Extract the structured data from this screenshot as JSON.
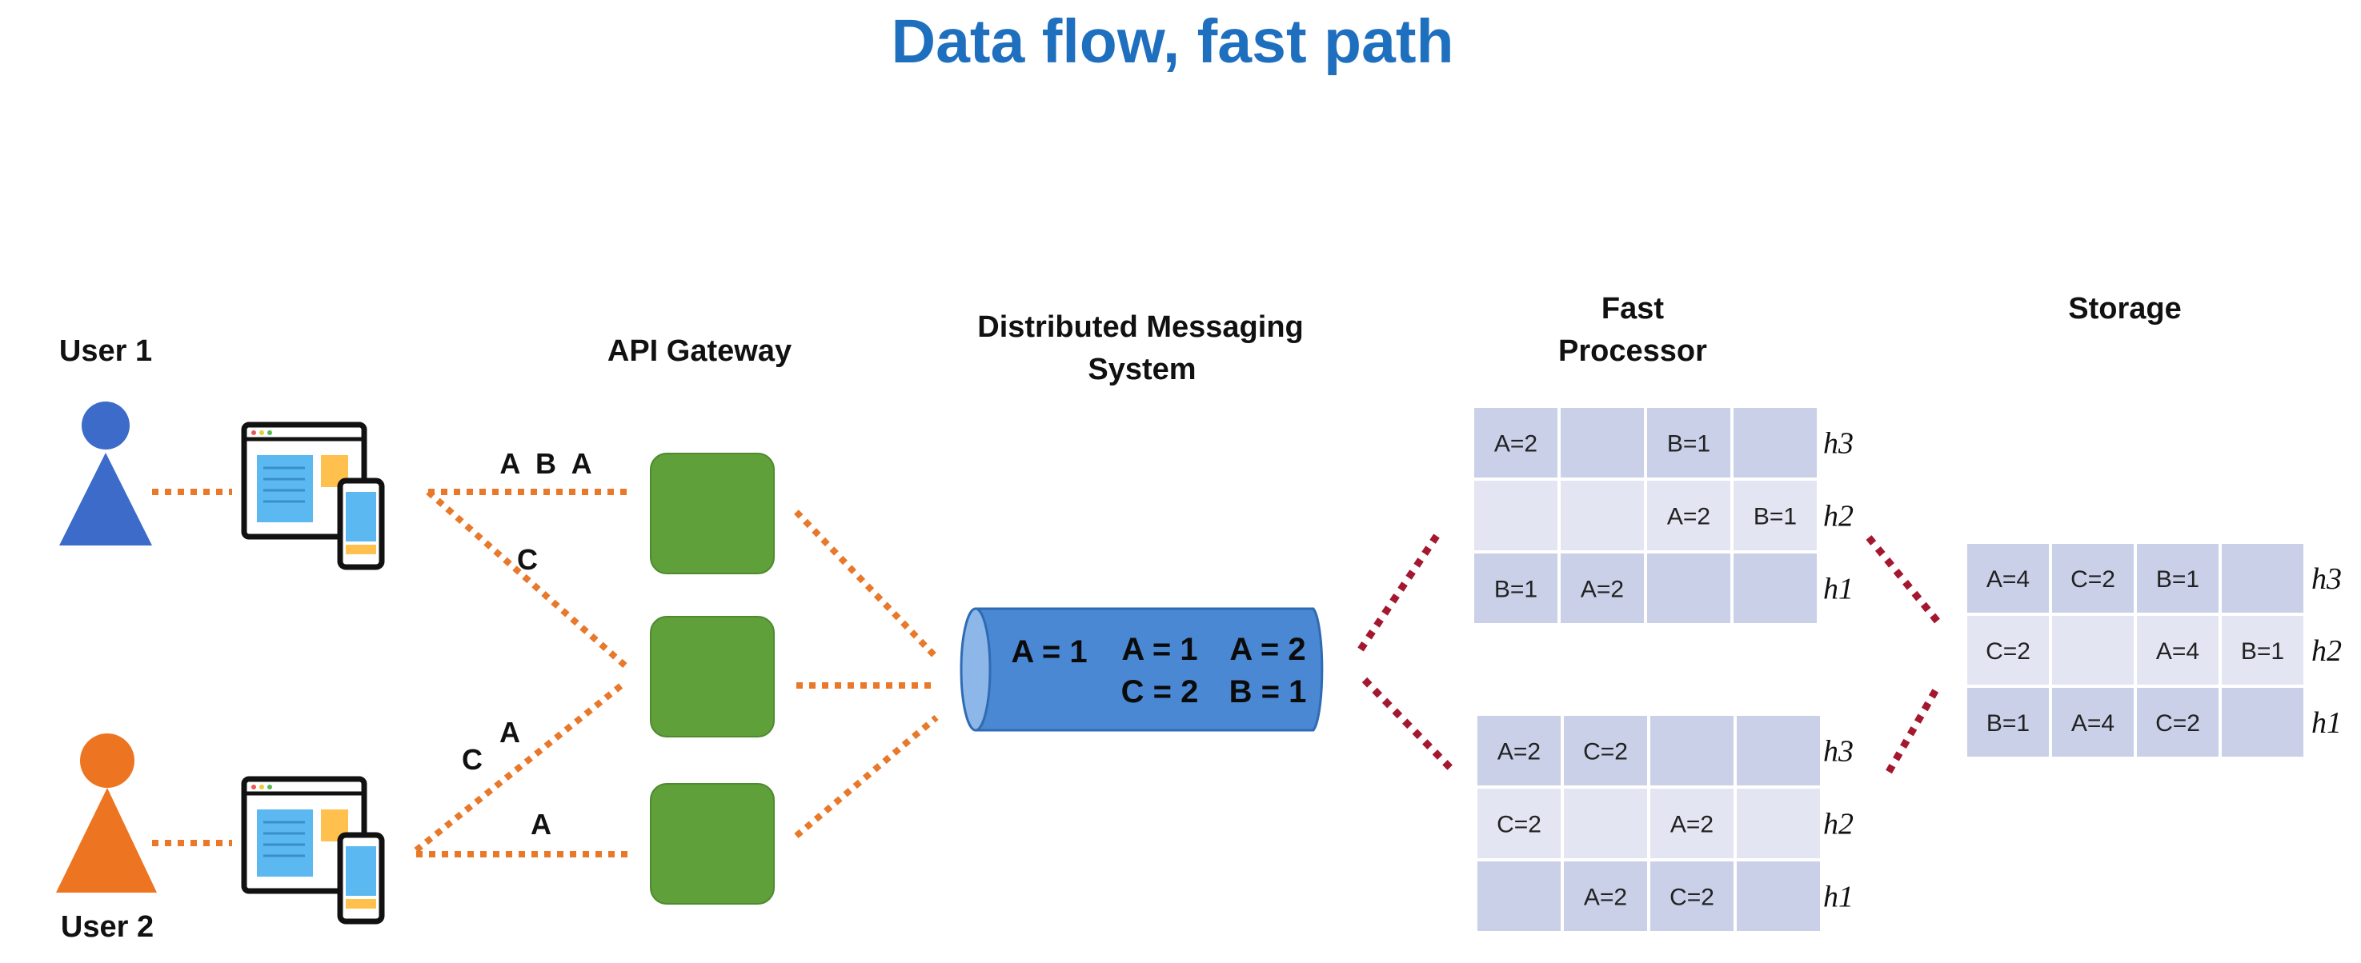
{
  "title": "Data flow, fast path",
  "users": [
    {
      "label": "User 1",
      "color": "#3c6bc9"
    },
    {
      "label": "User 2",
      "color": "#ed7420"
    }
  ],
  "api_gateway": {
    "label": "API Gateway",
    "box_color": "#5fa03a"
  },
  "flow_labels": {
    "user1_line": "A  B  A",
    "user1_diag": "C",
    "user2_diag_c": "C",
    "user2_diag_a": "A",
    "user2_line": "A"
  },
  "messaging": {
    "label_line1": "Distributed Messaging",
    "label_line2": "System",
    "color": "#4a88d3",
    "row1": [
      "A = 1",
      "A = 1",
      "A = 2"
    ],
    "row2": [
      "C = 2",
      "B = 1"
    ]
  },
  "fast_processor": {
    "label_line1": "Fast",
    "label_line2": "Processor",
    "grids": [
      {
        "rows": [
          {
            "label": "h3",
            "cells": [
              "A=2",
              "",
              "B=1",
              ""
            ]
          },
          {
            "label": "h2",
            "cells": [
              "",
              "",
              "A=2",
              "B=1"
            ]
          },
          {
            "label": "h1",
            "cells": [
              "B=1",
              "A=2",
              "",
              ""
            ]
          }
        ]
      },
      {
        "rows": [
          {
            "label": "h3",
            "cells": [
              "A=2",
              "C=2",
              "",
              ""
            ]
          },
          {
            "label": "h2",
            "cells": [
              "C=2",
              "",
              "A=2",
              ""
            ]
          },
          {
            "label": "h1",
            "cells": [
              "",
              "A=2",
              "C=2",
              ""
            ]
          }
        ]
      }
    ]
  },
  "storage": {
    "label": "Storage",
    "grid": {
      "rows": [
        {
          "label": "h3",
          "cells": [
            "A=4",
            "C=2",
            "B=1",
            ""
          ]
        },
        {
          "label": "h2",
          "cells": [
            "C=2",
            "",
            "A=4",
            "B=1"
          ]
        },
        {
          "label": "h1",
          "cells": [
            "B=1",
            "A=4",
            "C=2",
            ""
          ]
        }
      ]
    }
  },
  "colors": {
    "title": "#1f6fbf",
    "connector_orange": "#e8782a",
    "connector_red": "#a3182f",
    "cell_dark": "#c9d0e8",
    "cell_light": "#e3e6f2"
  }
}
